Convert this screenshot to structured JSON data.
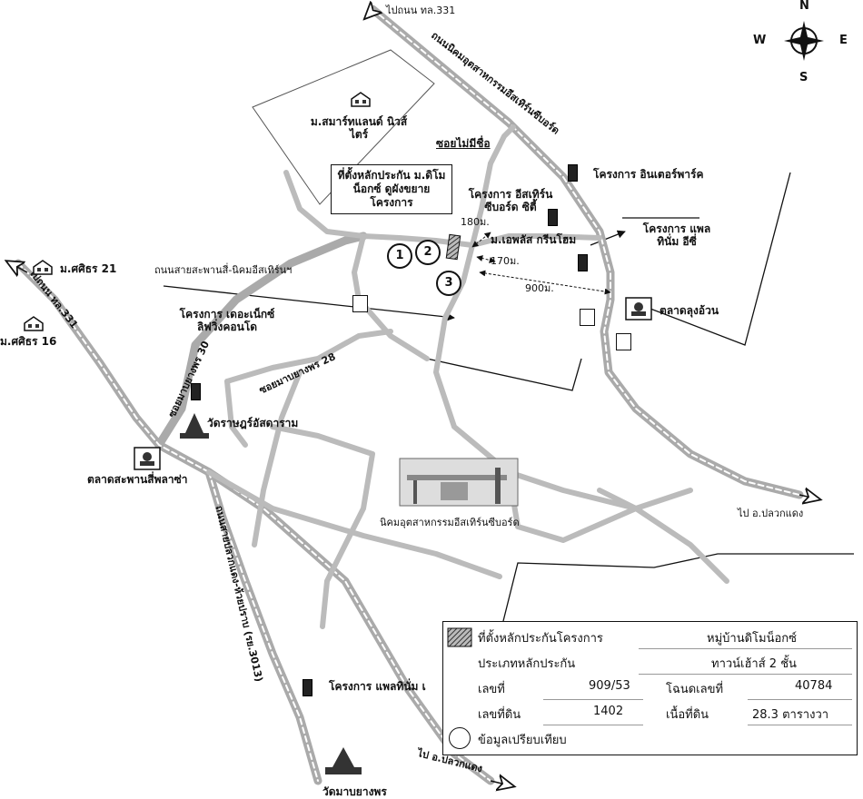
{
  "compass": {
    "north": "N",
    "south": "S",
    "east": "E",
    "west": "W"
  },
  "roads": {
    "to_331_top": "ไปถนน ทล.331",
    "to_331_left": "ไปถนน ทล.331",
    "nikom_road": "ถนนนิคมอุตสาหกรรมอีสเทิร์นซีบอร์ด",
    "unnamed_soi": "ซอยไม่มีชื่อ",
    "sapan_si_road": "ถนนสายสะพานสี่-นิคมอีสเทิร์นฯ",
    "soi_30": "ซอยมาบยางพร 30",
    "soi_28": "ซอยมาบยางพร 28",
    "pluak_daeng_road": "ถนนสายปลวกแดง-ห้วยปราบ (รย.3013)",
    "to_pluak_daeng_right": "ไป อ.ปลวกแดง",
    "to_pluak_daeng_bottom": "ไป อ.ปลวกแดง"
  },
  "places": {
    "smartland": "ม.สมาร์ทแลนด์ นิวส์ไตร์",
    "interpark": "โครงการ อินเตอร์พาร์ค",
    "eastern_seaboard_city": "โครงการ อีสเทิร์น ซีบอร์ด ซิตี้",
    "apple_green_home": "ม.เอพลัส กรีนโฮม",
    "platinum_e": "โครงการ แพลทินั่ม อีซี่",
    "lung_uan_market": "ตลาดลุงอ้วน",
    "sirin_21": "ม.ศศิธร 21",
    "sirin_16": "ม.ศศิธร 16",
    "the_next_living": "โครงการ เดอะเน็กซ์ ลิฟวิ่งคอนโด",
    "wat_rat": "วัดราษฎร์อัสดาราม",
    "sapan_si_market": "ตลาดสะพานสี่พลาซ่า",
    "industrial_estate": "นิคมอุตสาหกรรมอีสเทิร์นซีบอร์ด",
    "platinum_bottom": "โครงการ แพลทินั่ม เ",
    "wat_mab_yang_porn": "วัดมาบยางพร"
  },
  "callout": "ที่ตั้งหลักประกัน ม.ดิโมน็อกซ์ ดูผังขยายโครงการ",
  "distances": {
    "d1": "180ม.",
    "d2": "170ม.",
    "d3": "900ม."
  },
  "markers": [
    "1",
    "2",
    "3"
  ],
  "legend": {
    "collateral_label": "ที่ตั้งหลักประกันโครงการ",
    "project_name": "หมู่บ้านดิโมน็อกซ์",
    "type_label": "ประเภทหลักประกัน",
    "type_value": "ทาวน์เฮ้าส์ 2 ชั้น",
    "no_label": "เลขที่",
    "no_value": "909/53",
    "deed_label": "โฉนดเลขที่",
    "deed_value": "40784",
    "land_no_label": "เลขที่ดิน",
    "land_no_value": "1402",
    "area_label": "เนื้อที่ดิน",
    "area_value": "28.3 ตารางวา",
    "comparison_label": "ข้อมูลเปรียบเทียบ"
  }
}
